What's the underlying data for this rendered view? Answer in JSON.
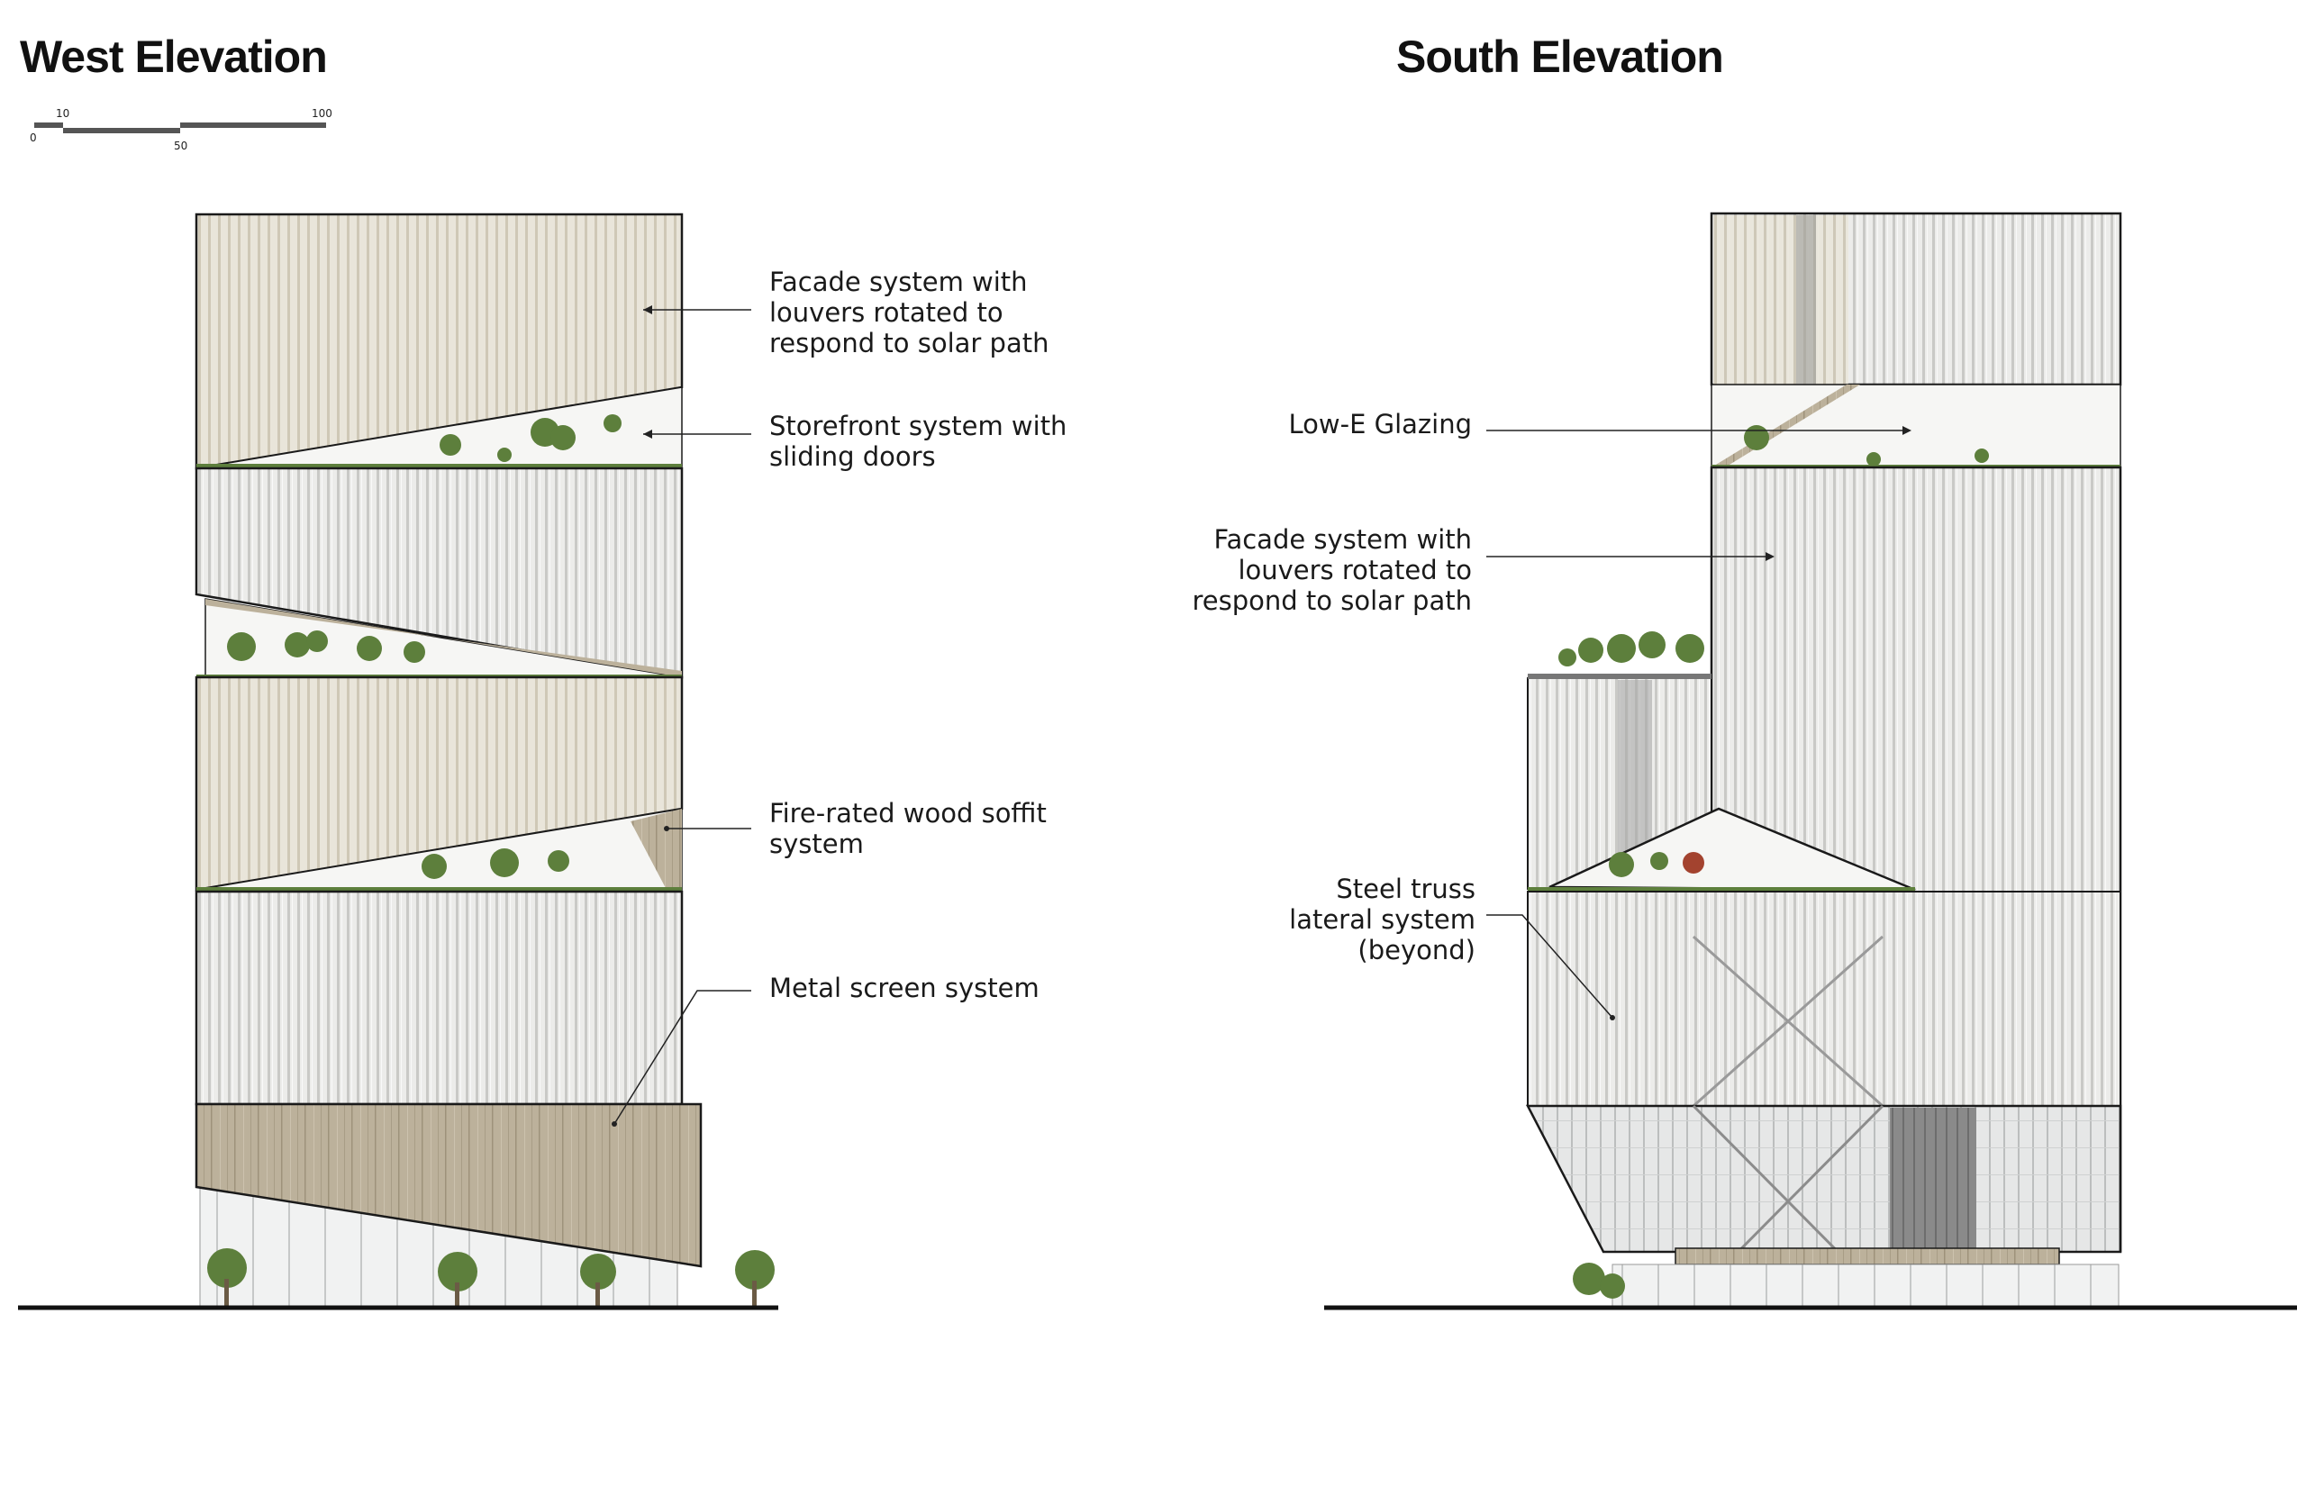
{
  "west": {
    "title": "West Elevation",
    "scale_labels": {
      "zero": "0",
      "ten": "10",
      "fifty": "50",
      "hundred": "100"
    },
    "callouts": {
      "facade": "Facade system with\nlouvers rotated to\nrespond to solar path",
      "storefront": "Storefront system with\nsliding doors",
      "soffit": "Fire-rated wood soffit\nsystem",
      "screen": "Metal screen system"
    }
  },
  "south": {
    "title": "South Elevation",
    "callouts": {
      "glazing": "Low-E Glazing",
      "facade": "Facade system with\nlouvers rotated to\nrespond to solar path",
      "truss": "Steel truss\nlateral system\n(beyond)"
    }
  },
  "colors": {
    "louver": "#e6e6e4",
    "wood": "#b9ad98",
    "glass": "#f2f3f3",
    "foliage": "#5d7f3c",
    "outline": "#1a1a1a"
  }
}
